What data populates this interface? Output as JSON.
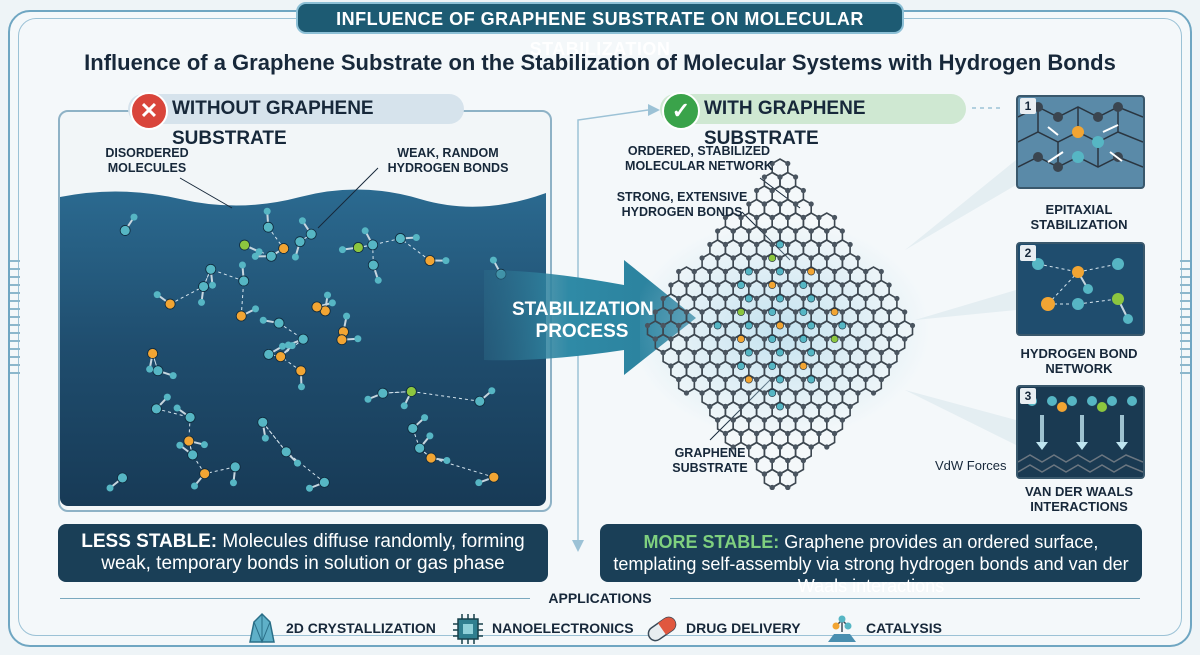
{
  "banner": "INFLUENCE OF GRAPHENE SUBSTRATE ON MOLECULAR STABILIZATION",
  "title": "Influence of a Graphene Substrate on the Stabilization of Molecular Systems with Hydrogen Bonds",
  "without": {
    "label": "WITHOUT GRAPHENE SUBSTRATE",
    "callout_disordered": "DISORDERED\nMOLECULES",
    "callout_weak": "WEAK, RANDOM\nHYDROGEN BONDS",
    "summary_highlight": "LESS STABLE:",
    "summary_text": "Molecules diffuse randomly, forming weak, temporary bonds in solution or gas phase"
  },
  "process": {
    "label": "STABILIZATION\nPROCESS"
  },
  "with": {
    "label": "WITH GRAPHENE SUBSTRATE",
    "callout_ordered": "ORDERED, STABILIZED\nMOLECULAR NETWORK",
    "callout_strong": "STRONG, EXTENSIVE\nHYDROGEN BONDS",
    "callout_graphene": "GRAPHENE\nSUBSTRATE",
    "summary_highlight": "MORE STABLE:",
    "summary_text": "Graphene provides an ordered surface, templating self-assembly via strong hydrogen bonds and van der Waals interactions"
  },
  "insets": [
    {
      "number": "1",
      "caption": "EPITAXIAL\nSTABILIZATION"
    },
    {
      "number": "2",
      "caption": "HYDROGEN BOND\nNETWORK"
    },
    {
      "number": "3",
      "caption": "VAN DER WAALS\nINTERACTIONS"
    }
  ],
  "vdw_label": "VdW Forces",
  "applications": {
    "title": "APPLICATIONS",
    "items": [
      {
        "label": "2D CRYSTALLIZATION",
        "icon": "crystal-icon"
      },
      {
        "label": "NANOELECTRONICS",
        "icon": "chip-icon"
      },
      {
        "label": "DRUG DELIVERY",
        "icon": "capsule-icon"
      },
      {
        "label": "CATALYSIS",
        "icon": "catalysis-icon"
      }
    ]
  },
  "colors": {
    "banner": "#1d5b73",
    "water": "#1f4d6e",
    "atom_blue": "#56b6c4",
    "atom_orange": "#f2a533",
    "atom_green": "#8cc63f",
    "graphene": "#4a5560",
    "bad": "#d9453b",
    "good": "#3aa34a"
  }
}
